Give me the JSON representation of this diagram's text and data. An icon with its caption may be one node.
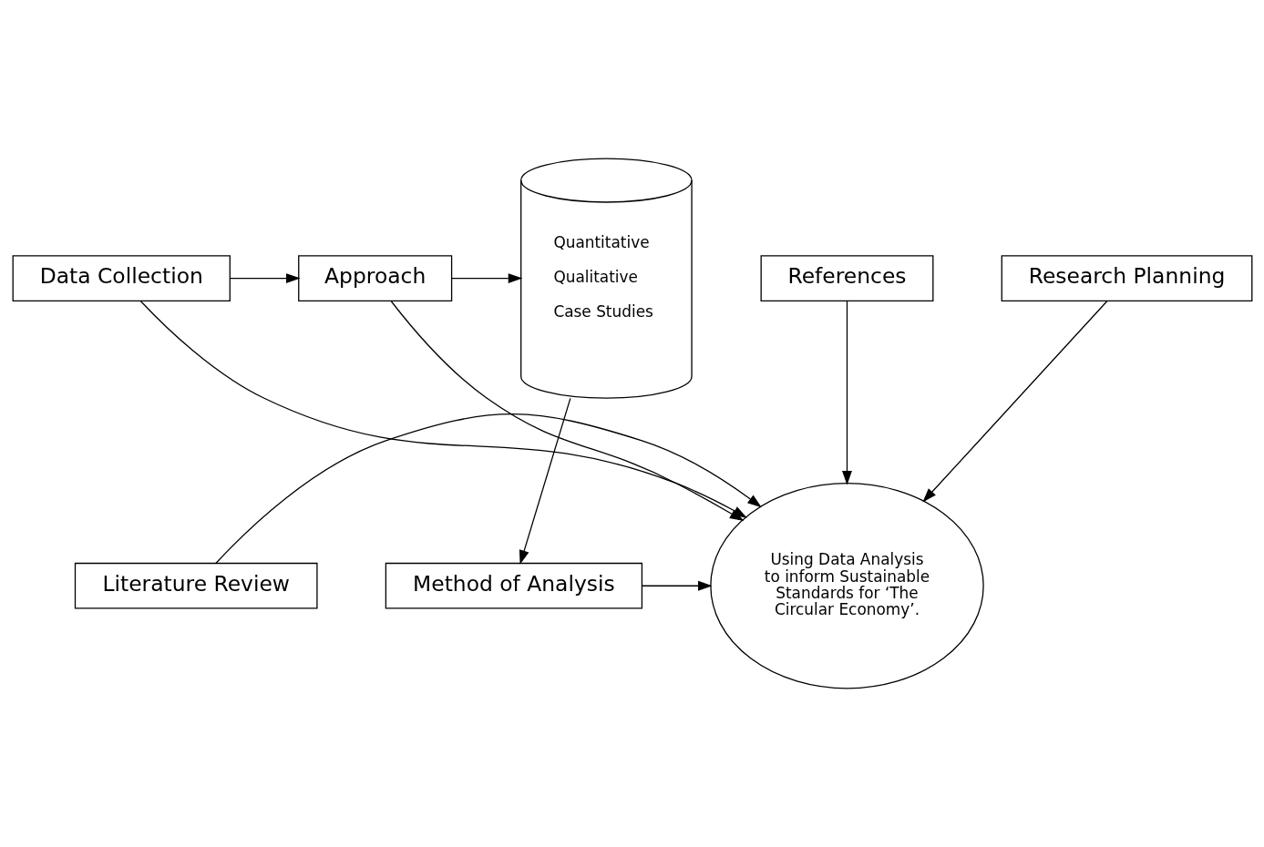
{
  "diagram": {
    "nodes": [
      {
        "text": [
          "Data Collection"
        ]
      },
      {
        "text": [
          "Approach"
        ]
      },
      {
        "text": [
          "Quantitative",
          "Qualitative",
          "Case Studies"
        ]
      },
      {
        "text": [
          "Using Data Analysis to inform Sustainable Standards for ‘The Circular Economy’."
        ]
      },
      {
        "text": [
          "Literature Review"
        ]
      },
      {
        "text": [
          "Method of Analysis"
        ]
      },
      {
        "text": [
          "Research Planning"
        ]
      },
      {
        "text": [
          "References"
        ]
      }
    ],
    "edges": [
      {
        "from": 0,
        "to": 1,
        "arrow": "to"
      },
      {
        "from": 1,
        "to": 2,
        "arrow": "to"
      },
      {
        "from": 0,
        "to": 3,
        "arrow": "to"
      },
      {
        "from": 1,
        "to": 3,
        "arrow": "to"
      },
      {
        "from": 2,
        "to": 5,
        "arrow": "to"
      },
      {
        "from": 4,
        "to": 3,
        "arrow": "to"
      },
      {
        "from": 5,
        "to": 3,
        "arrow": "to"
      },
      {
        "from": 6,
        "to": 3,
        "arrow": "to"
      },
      {
        "from": 7,
        "to": 3,
        "arrow": "to"
      }
    ]
  }
}
